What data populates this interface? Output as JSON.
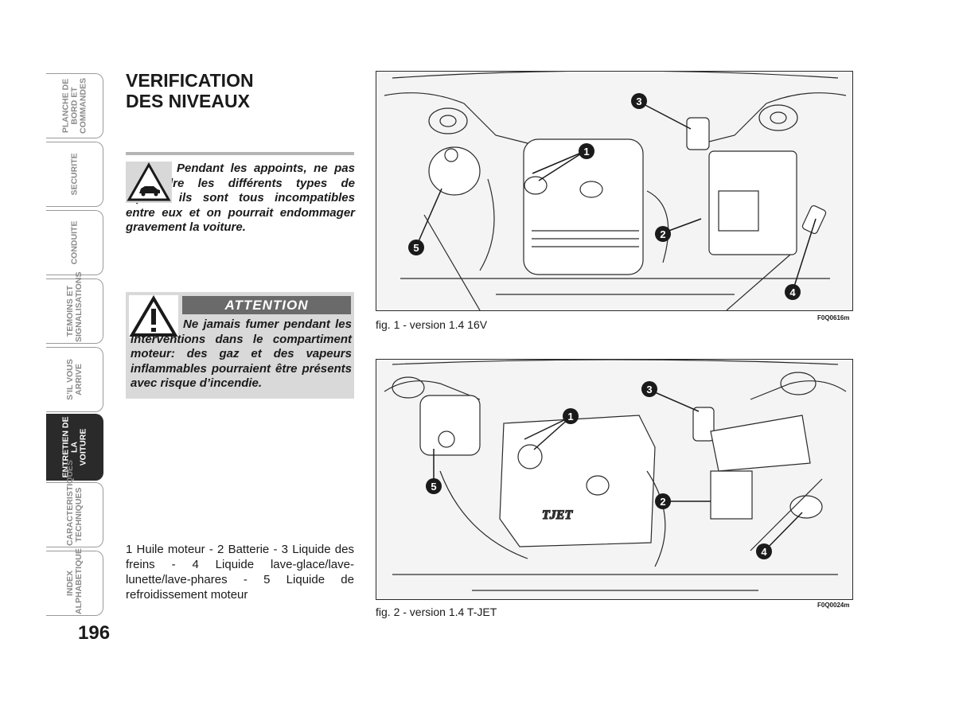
{
  "tabs": [
    {
      "label": "PLANCHE DE\nBORD ET\nCOMMANDES",
      "active": false
    },
    {
      "label": "SECURITE",
      "active": false
    },
    {
      "label": "CONDUITE",
      "active": false
    },
    {
      "label": "TEMOINS ET\nSIGNALISATIONS",
      "active": false
    },
    {
      "label": "S’IL VOUS\nARRIVE",
      "active": false
    },
    {
      "label": "ENTRETIEN DE LA\nVOITURE",
      "active": true
    },
    {
      "label": "CARACTERISTIQUES\nTECHNIQUES",
      "active": false
    },
    {
      "label": "INDEX\nALPHABETIQUE",
      "active": false
    }
  ],
  "page_number": "196",
  "title": "VERIFICATION\nDES NIVEAUX",
  "warning_text": "Pendant les appoints, ne pas confondre les différents types de liquide: ils sont tous incompatibles entre eux et on pourrait endommager gravement la voiture.",
  "attention": {
    "heading": "ATTENTION",
    "text": "Ne jamais fumer pendant les interventions dans le compartiment moteur: des gaz et des vapeurs inflammables pourraient être présents avec risque d’incendie."
  },
  "legend": "1 Huile moteur - 2 Batterie - 3 Liquide des freins - 4 Liquide lave-glace/lave-lunette/lave-phares - 5 Liquide de refroidissement moteur",
  "figures": [
    {
      "caption": "fig. 1 - version 1.4 16V",
      "code": "F0Q0616m",
      "markers": [
        "1",
        "2",
        "3",
        "4",
        "5"
      ]
    },
    {
      "caption": "fig. 2 - version 1.4 T-JET",
      "code": "F0Q0024m",
      "markers": [
        "1",
        "2",
        "3",
        "4",
        "5"
      ],
      "engine_logo": "TJET"
    }
  ]
}
